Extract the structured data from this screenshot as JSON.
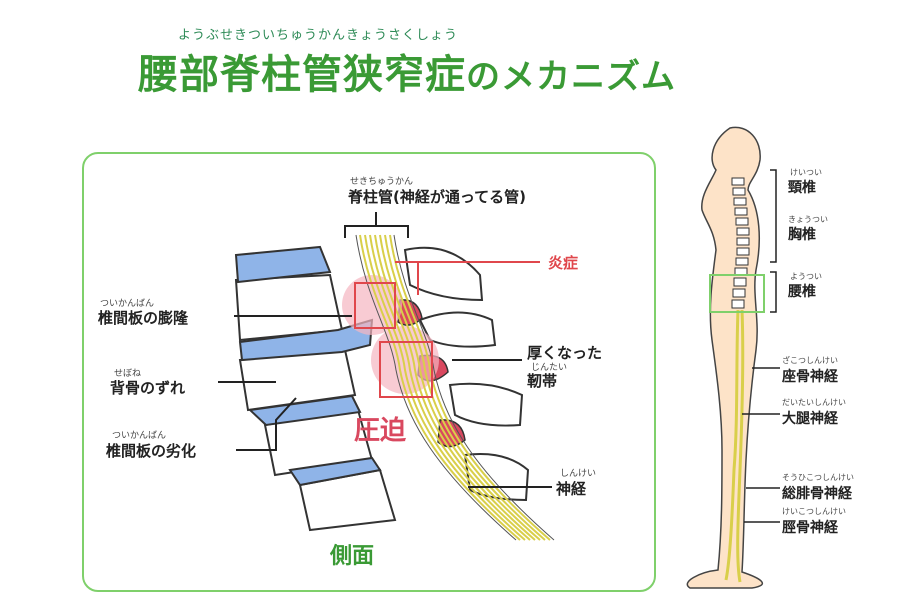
{
  "title": {
    "ruby": "ようぶせきついちゅうかんきょうさくしょう",
    "main": "腰部脊柱管狭窄症",
    "suffix": "のメカニズム"
  },
  "panel": {
    "canal": {
      "ruby": "せきちゅうかん",
      "label": "脊柱管(神経が通ってる管)"
    },
    "inflammation": {
      "label": "炎症"
    },
    "disc_bulge": {
      "ruby": "ついかんばん",
      "label": "椎間板の膨隆"
    },
    "ligament": {
      "label": "厚くなった",
      "ruby": "じんたい",
      "label2": "靭帯"
    },
    "slip": {
      "ruby": "せぼね",
      "label": "背骨のずれ"
    },
    "compression": {
      "label": "圧迫"
    },
    "degeneration": {
      "ruby": "ついかんばん",
      "label": "椎間板の劣化"
    },
    "nerve": {
      "ruby": "しんけい",
      "label": "神経"
    },
    "view": {
      "label": "側面"
    }
  },
  "figure_labels": [
    {
      "ruby": "けいつい",
      "label": "頸椎"
    },
    {
      "ruby": "きょうつい",
      "label": "胸椎"
    },
    {
      "ruby": "ようつい",
      "label": "腰椎"
    },
    {
      "ruby": "ざこつしんけい",
      "label": "座骨神経"
    },
    {
      "ruby": "だいたいしんけい",
      "label": "大腿神経"
    },
    {
      "ruby": "そうひこつしんけい",
      "label": "総腓骨神経"
    },
    {
      "ruby": "けいこつしんけい",
      "label": "脛骨神経"
    }
  ],
  "colors": {
    "accent_green": "#3a9a35",
    "panel_border": "#7fd06b",
    "highlight_red": "#e0474c",
    "disc_blue": "#8fb4e8",
    "nerve_yellow": "#d9cf4a"
  }
}
